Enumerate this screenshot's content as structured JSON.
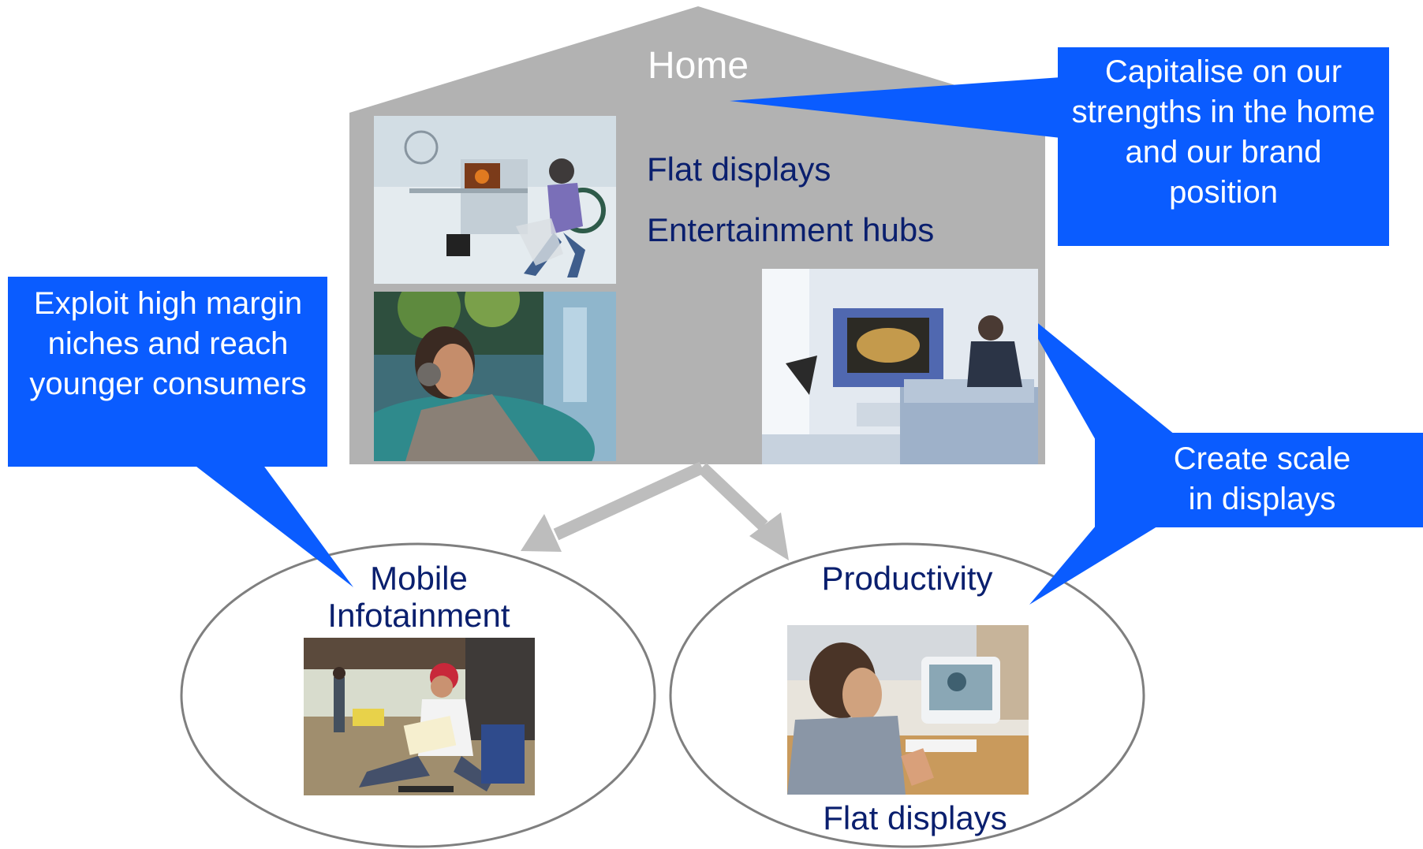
{
  "home": {
    "title": "Home",
    "features": [
      "Flat displays",
      "Entertainment hubs"
    ]
  },
  "callouts": {
    "home": "Capitalise on our strengths in the home and our brand position",
    "mobile": "Exploit high margin niches and reach younger consumers",
    "displays": "Create scale in displays"
  },
  "nodes": {
    "mobile": {
      "label": "Mobile Infotainment"
    },
    "productivity": {
      "label": "Productivity",
      "caption": "Flat displays"
    }
  },
  "colors": {
    "house": "#b2b2b2",
    "callout": "#0a5cff",
    "label_text": "#0a1f6e",
    "arrow": "#bdbdbd",
    "ellipse_stroke": "#7f7f7f"
  },
  "images": [
    "home-office-photo",
    "headphones-photo",
    "living-room-tv-photo",
    "teen-reading-photo",
    "desk-computer-photo"
  ]
}
